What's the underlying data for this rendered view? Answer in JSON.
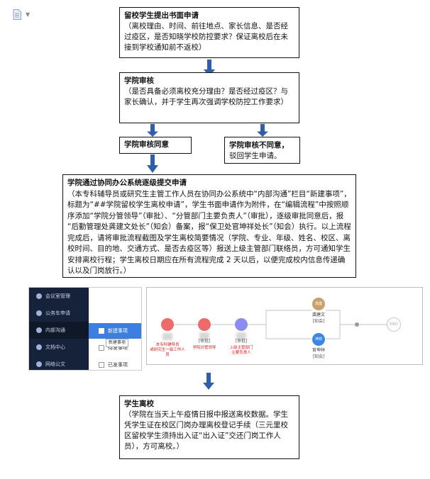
{
  "box1": {
    "title": "留校学生提出书面申请",
    "body": "（离校理由、时间、前往地点、家长信息、是否经过疫区，是否知晓学校防控要求？保证离校后在未接到学校通知前不返校）"
  },
  "box2": {
    "title": "学院审核",
    "body": "（是否具备必须离校充分理由？是否经过疫区？与家长确认，并于学生再次强调学校防控工作要求）"
  },
  "box3": {
    "title": "学院审核同意"
  },
  "box4": {
    "title": "学院审核不同意，",
    "body": "驳回学生申请。"
  },
  "box5": {
    "title": "学院通过协同办公系统逐级提交申请",
    "body": "（本专科辅导员或研究生主管工作人员在协同办公系统中“内部沟通”栏目“新建事项”，标题为“##学院留校学生离校申请”，学生书面申请作为附件，在“编辑流程”中按照顺序添加“学院分管领导”（审批）、“分管部门主要负责人”（审批），逐级审批同意后，报 “后勤管理处龚建文处长”（知会）备案，报“保卫处官坤祥处长”（知会）执行。以上流程完成后，请将审批流程截图及学生离校简要情况（学院、专业、年级、姓名、校区、离校时间、目的地、交通方式、是否去疫区等）报送上级主管部门联络员，方可通知学生安排离校行程；学生离校日期应在所有流程完成 2 天以后，以便完成校内信息传递确认以及门岗放行。）"
  },
  "box6": {
    "title": "学生离校",
    "body": "（学院在当天上午疫情日报中报送离校数据。学生凭学生证在校区门岗办理离校登记手续（三元里校区留校学生须持出入证“出入证”交还门岗工作人员），方可离校。）"
  },
  "app": {
    "side": [
      "会议室管理",
      "公务车申请",
      "内部沟通",
      "文档中心",
      "网络公文"
    ],
    "sub": [
      "新建事项",
      "待发事项",
      "已发事项"
    ],
    "tooltip": "新建事项"
  },
  "flow": {
    "n1_label": "本专科辅导员\n或研究生一级工作人员",
    "n2_tag": "[审批]",
    "n2_label": "学院分管领导",
    "n3_tag": "[审批]",
    "n3_label": "上级主管部门\n主要负责人",
    "n4_name": "龚建文",
    "n4_tag": "[知会]",
    "n4_avatar": "龚建",
    "n5_name": "官坤祥",
    "n5_tag": "[知会]",
    "n5_avatar": "坤祥",
    "end": "END"
  },
  "colors": {
    "arrow": "#2f5fa8",
    "node_red": "#ef6a6a",
    "node_purple": "#8a8cf0",
    "node_gold": "#c9a16a",
    "node_blue": "#3c86e6"
  }
}
